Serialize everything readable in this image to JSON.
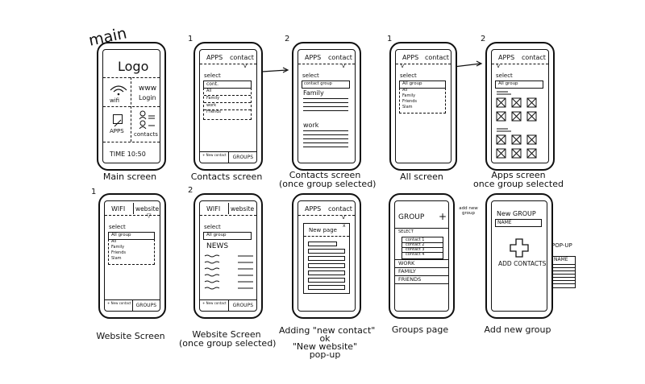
{
  "title": "main",
  "screens": {
    "main": {
      "caption": "Main screen",
      "logo": "Logo",
      "wifi": "wifi",
      "www": "www",
      "login": "Login",
      "apps": "APPS",
      "contacts": "contacts",
      "time": "TIME 10:50"
    },
    "contacts": {
      "number": "1",
      "caption": "Contacts screen",
      "tab_apps": "APPS",
      "tab_contacts": "contact",
      "select": "select",
      "dropdown": "cont.",
      "options": [
        "All",
        "Family",
        "work",
        "Friends"
      ],
      "new_button": "+ New contact",
      "groups_button": "GROUPS"
    },
    "contacts_selected": {
      "number": "2",
      "caption_line1": "Contacts screen",
      "caption_line2": "(once group selected)",
      "tab_apps": "APPS",
      "tab_contacts": "contact",
      "select": "select",
      "dropdown": "contact group",
      "group1": "Family",
      "group2": "work"
    },
    "all": {
      "number": "1",
      "caption": "All screen",
      "tab_apps": "APPS",
      "tab_contacts": "contact",
      "select": "select",
      "dropdown": "All group",
      "options": [
        "All",
        "Family",
        "Friends",
        "Slam"
      ]
    },
    "apps": {
      "number": "2",
      "caption_line1": "Apps screen",
      "caption_line2": "once group selected",
      "tab_apps": "APPS",
      "tab_contacts": "contact",
      "select": "select",
      "dropdown": "All group"
    },
    "website": {
      "number": "1",
      "caption": "Website Screen",
      "tab_wifi": "WIFI",
      "tab_website": "website",
      "select": "select",
      "dropdown": "All group",
      "options": [
        "All",
        "Family",
        "Friends",
        "Slam"
      ],
      "new_button": "+ New contact",
      "groups_button": "GROUPS"
    },
    "website_selected": {
      "number": "2",
      "caption_line1": "Website Screen",
      "caption_line2": "(once group selected)",
      "tab_wifi": "WIFI",
      "tab_website": "website",
      "select": "select",
      "dropdown": "All group",
      "news": "NEWS",
      "new_button": "+ New contact",
      "groups_button": "GROUPS"
    },
    "popup": {
      "caption_line1": "Adding \"new contact\"",
      "caption_line2": "ok",
      "caption_line3": "\"New website\"",
      "caption_line4": "pop-up",
      "tab_apps": "APPS",
      "tab_contacts": "contact",
      "popup_title": "New page"
    },
    "groups": {
      "caption": "Groups page",
      "title": "GROUP",
      "plus": "+",
      "annotation": "add new group",
      "select": "SELECT",
      "contacts": [
        "contact 1",
        "contact 2",
        "contact 3",
        "contact 4"
      ],
      "work": "WORK",
      "family": "FAMILY",
      "friends": "FRIENDS"
    },
    "new_group": {
      "caption": "Add new group",
      "title": "New GROUP",
      "name": "NAME",
      "add": "ADD CONTACTS",
      "popup_label": "POP-UP",
      "popup_name": "NAME"
    }
  }
}
